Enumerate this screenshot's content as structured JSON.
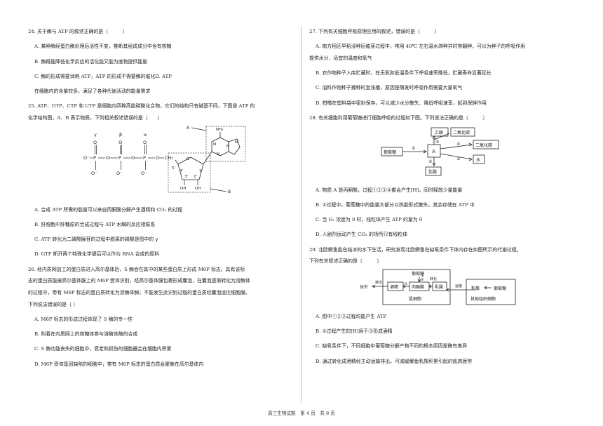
{
  "left": {
    "q24": {
      "stem": "24.  关于酶与 ATP 的叙述正确的是（　　　）",
      "a": "A. 某种酶经蛋白酶处理后活性不变，推断其组成成分中含有核糖",
      "b": "B. 酶既能降低化学反应的活化能又能为底物提供能量",
      "c": "C. 酶的形成需要消耗 ATP，ATP 的形成不需要酶的催化D. ATP",
      "d": "在细胞内的含量较多，满足了各种代谢活动的能量需求"
    },
    "q25": {
      "stem1": "25.  ATP、GTP、CTP 和 UTP 是细胞内四种高能磷酸化合物，它们的结构只有碱基不同，下图是 ATP 的",
      "stem2": "化学结构图，A、B 表示物质，下列相关叙述错误的是（　　）",
      "a": "A. 合成 ATP 所需的能量可以来自丙酮酸分解产生酒精和 CO₂ 的过程",
      "b": "B. 肝细胞中肝糖原的合成过程与 ATP 水解的反应相联系",
      "c": "C. ATP 转化为二磷酸腺苷的过程中脱离的磷酸是图中的 γ",
      "d": "D. GTP 断开两个特殊化学键后可以作为 RNA 合成的原料"
    },
    "q26": {
      "stem1": "26.  经内质网加工的蛋白质进入高尔基体后，S 酶会在其中的某些蛋白质上形成 M6P 标志。具有该标",
      "stem2": "志的蛋白质能被高尔基体膜上的 M6P 受体识别，经高尔基体膜包裹形成囊泡，在囊泡逐渐转化为溶酶体",
      "stem3": "的过程中，带有 M6P 标志的蛋白质转化为溶酶体酶；不能发生此识别过程的蛋白质经囊泡运往细胞膜。",
      "stem4": "下列说法错误的是（ ）",
      "a": "A. M6P 标志的形成过程体现了 S 酶的专一性",
      "b": "B. 附着在内质网上的核糖体参与溶酶体酶的合成",
      "c": "C. S 酶功能丧失的细胞中，衰老和损伤的细胞器会在细胞内积累",
      "d": "D. M6P 受体基因缺陷的细胞中，带有 M6P 标志的蛋白质会聚集在高尔基体内"
    },
    "atp_labels": {
      "gamma": "γ",
      "beta": "β",
      "alpha": "α",
      "p": "P",
      "o": "O",
      "o_minus": "O⁻",
      "ch2": "CH₂",
      "nh2": "NH₂",
      "n": "N",
      "oh": "OH",
      "label_a": "A",
      "label_b": "B",
      "c5": "5'",
      "c4": "4'",
      "c3": "3'",
      "c2": "2'",
      "c1": "1'"
    }
  },
  "right": {
    "q27": {
      "stem": "27.  下列有关细胞呼吸原理应用的叙述，错误的是（　　　）",
      "a1": "A. 南方稻区早稻浸种后催芽过程中，常用 40℃ 左右温水淋种并时常翻种，可以为种子的呼吸作用",
      "a2": "提供水分、适宜的温度和氧气",
      "b": "B. 农作物种子入库贮藏时，在无氧和低温条件下呼吸速率降低，贮藏寿命显著延长",
      "c": "C. 油料作物种子播种时宜浅播，原因是萌发时呼吸作用需要大量氧气",
      "d": "D. 柑橘在塑料袋中密封保存，可以减少水分散失、降低呼吸速率，起到保鲜作用"
    },
    "q28": {
      "stem": "28.  有关细胞利用葡萄糖进行细胞呼吸的过程如下图。下列说法正确的是（　　　）",
      "a": "A. 物质 A 是丙酮酸，过程①②③④都会产生[H]，同时释放少量能量",
      "b": "B. ①过程中，葡萄糖中的能量大部分以热能形式散失，其余存储在 ATP 中",
      "c": "C. 当 O₂ 浓度为 0 时，线粒体产生 ATP 的量为 0",
      "d": "D. 人剧烈运动产生 CO₂ 的场所只有线粒体"
    },
    "diagram28": {
      "glucose": "葡萄糖",
      "a": "A",
      "ethanol": "乙醇",
      "co2_top": "二氧化碳",
      "co2_right": "二氧化碳",
      "water": "水",
      "lactate": "乳酸",
      "n1": "①",
      "n2": "②",
      "n3": "③",
      "n4": "④",
      "n5": "⑤"
    },
    "q29": {
      "stem1": "29.  北欧鲫鱼能在结冰的水下生活，研究发现北欧鲫鱼在缺氧条件下体内存在如图所示的代谢过程。",
      "stem2": "下列有关叙述正确的是（　　　）",
      "a": "A. 图中①②③过程均能产生 ATP",
      "b": "B. ②过程产生的[H]用于③形成酒精",
      "c": "C. 缺氧条件下，不同细胞中葡萄糖分解产物不同的根本原因是酶有差异",
      "d": "D. 通过转化成酒精经主动运输排出，可减缓鲫鱼乳酸积累引起的肌肉疲劳"
    },
    "diagram29": {
      "outside": "体外",
      "excrete": "排出",
      "ethanol": "酒精",
      "glucose_top": "葡萄糖",
      "pyruvate": "丙酮酸",
      "convert": "转化",
      "lactate_muscle": "乳酸",
      "muscle_cell": "肌细胞",
      "transport": "运输",
      "lactate_other": "乳酸",
      "glucose_other": "葡萄糖",
      "other_cell": "其他组织细胞",
      "n1": "①",
      "n2": "②",
      "n3": "③"
    }
  },
  "footer": "高三生物试题　第 4 页　共 8 页"
}
